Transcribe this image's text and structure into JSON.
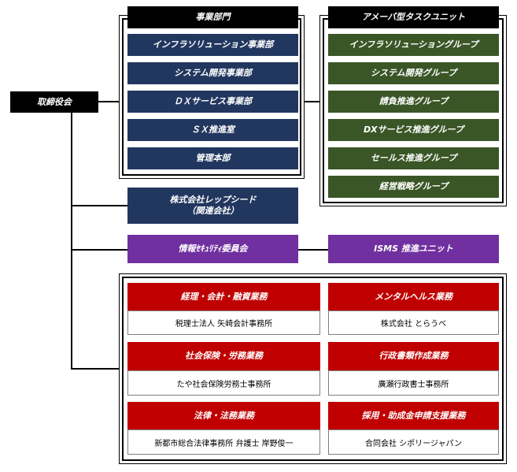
{
  "board": "取締役会",
  "business": {
    "header": "事業部門",
    "items": [
      "インフラソリューション事業部",
      "システム開発事業部",
      "ＤＸサービス事業部",
      "ＳＸ推進室",
      "管理本部"
    ]
  },
  "amoeba": {
    "header": "アメーバ型タスクユニット",
    "items": [
      "インフラソリューショングループ",
      "システム開発グループ",
      "請負推進グループ",
      "DXサービス推進グループ",
      "セールス推進グループ",
      "経営戦略グループ"
    ]
  },
  "affiliate": "株式会社レップシード\n（関連会社）",
  "security": {
    "committee": "情報ｾｷｭﾘﾃｨ委員会",
    "unit": "ISMS 推進ユニット"
  },
  "partners": [
    {
      "title": "経理・会計・融資業務",
      "name": "税理士法人 矢崎会計事務所"
    },
    {
      "title": "メンタルヘルス業務",
      "name": "株式会社 とらうべ"
    },
    {
      "title": "社会保険・労務業務",
      "name": "たや社会保険労務士事務所"
    },
    {
      "title": "行政書類作成業務",
      "name": "廣瀬行政書士事務所"
    },
    {
      "title": "法律・法務業務",
      "name": "新都市総合法律事務所 弁護士 岸野俊一"
    },
    {
      "title": "採用・助成金申請支援業務",
      "name": "合同会社 シポリージャパン"
    }
  ]
}
